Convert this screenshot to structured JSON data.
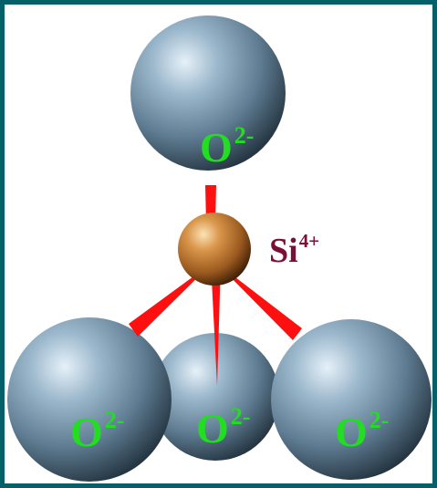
{
  "diagram": {
    "silicon": {
      "symbol": "Si",
      "charge": "4+"
    },
    "oxygens": [
      {
        "id": "top",
        "symbol": "O",
        "charge": "2-"
      },
      {
        "id": "bottom-left",
        "symbol": "O",
        "charge": "2-"
      },
      {
        "id": "bottom-middle",
        "symbol": "O",
        "charge": "2-"
      },
      {
        "id": "bottom-right",
        "symbol": "O",
        "charge": "2-"
      }
    ],
    "colors": {
      "frame": "#05606a",
      "background": "#ffffff",
      "oxygen_sphere": "#5f7c92",
      "silicon_sphere": "#b8722e",
      "bond": "#ff1010",
      "oxygen_label": "#22dd22",
      "silicon_label": "#7a1038"
    }
  }
}
